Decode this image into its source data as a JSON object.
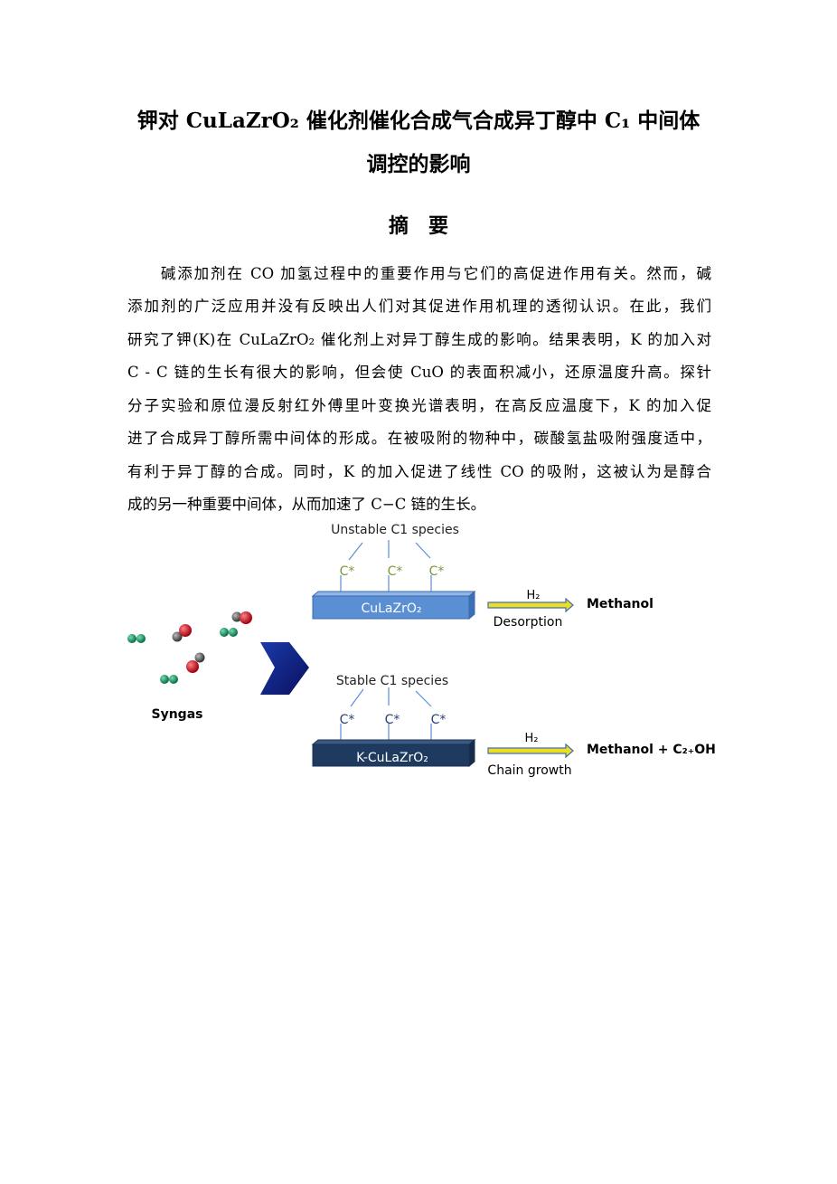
{
  "title": {
    "line1": "钾对 CuLaZrO₂ 催化剂催化合成气合成异丁醇中 C₁ 中间体",
    "line2": "调控的影响"
  },
  "abstract": {
    "heading": "摘要",
    "lines": [
      "　　碱添加剂在 CO 加氢过程中的重要作用与它们的高促进作用有关。然而，碱",
      "添加剂的广泛应用并没有反映出人们对其促进作用机理的透彻认识。在此，我们",
      "研究了钾(K)在 CuLaZrO₂ 催化剂上对异丁醇生成的影响。结果表明，K 的加入对",
      "C - C 链的生长有很大的影响，但会使 CuO 的表面积减小，还原温度升高。探针",
      "分子实验和原位漫反射红外傅里叶变换光谱表明，在高反应温度下，K 的加入促",
      "进了合成异丁醇所需中间体的形成。在被吸附的物种中，碳酸氢盐吸附强度适中，",
      "有利于异丁醇的合成。同时，K 的加入促进了线性 CO 的吸附，这被认为是醇合",
      "成的另一种重要中间体，从而加速了 C−C 链的生长。"
    ]
  },
  "figure": {
    "syngas_label": "Syngas",
    "top": {
      "species_label": "Unstable C1 species",
      "adsorbate": "C*",
      "catalyst": "CuLaZrO₂",
      "reagent": "H₂",
      "process": "Desorption",
      "product": "Methanol"
    },
    "bottom": {
      "species_label": "Stable C1 species",
      "adsorbate": "C*",
      "catalyst": "K-CuLaZrO₂",
      "reagent": "H₂",
      "process": "Chain growth",
      "product": "Methanol + C₂₊OH"
    },
    "colors": {
      "top_bar": "#5b8fd4",
      "bottom_bar": "#1f3a5f",
      "unstable_c": "#7a9a3a",
      "stable_c": "#2a3f7a",
      "arrow": "#1a2a9a"
    }
  }
}
